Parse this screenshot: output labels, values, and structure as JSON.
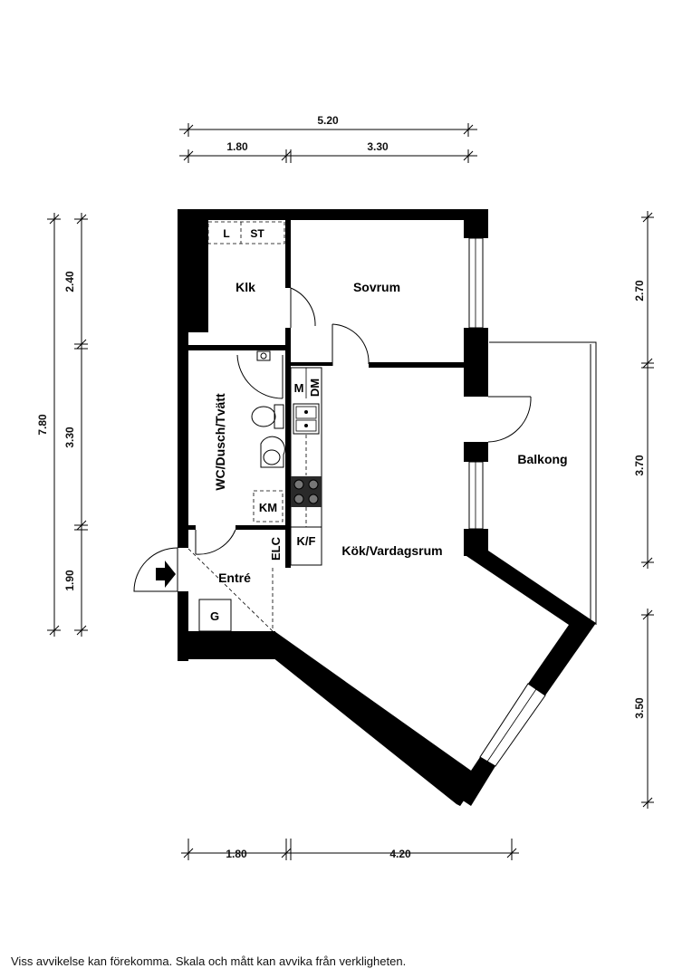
{
  "dimensions": {
    "top_total": "5.20",
    "top_left": "1.80",
    "top_right": "3.30",
    "left_total": "7.80",
    "left_1": "2.40",
    "left_2": "3.30",
    "left_3": "1.90",
    "right_1": "2.70",
    "right_2": "3.70",
    "right_3": "3.50",
    "bottom_left": "1.80",
    "bottom_right": "4.20"
  },
  "rooms": {
    "klk": "Klk",
    "sovrum": "Sovrum",
    "wc": "WC/Dusch/Tvätt",
    "entre": "Entré",
    "kok": "Kök/Vardagsrum",
    "balkong": "Balkong"
  },
  "fixtures": {
    "l": "L",
    "st": "ST",
    "m": "M",
    "dm": "DM",
    "km": "KM",
    "elc": "ELC",
    "kf": "K/F",
    "g": "G"
  },
  "disclaimer": "Viss avvikelse kan förekomma. Skala och mått kan avvika från verkligheten."
}
